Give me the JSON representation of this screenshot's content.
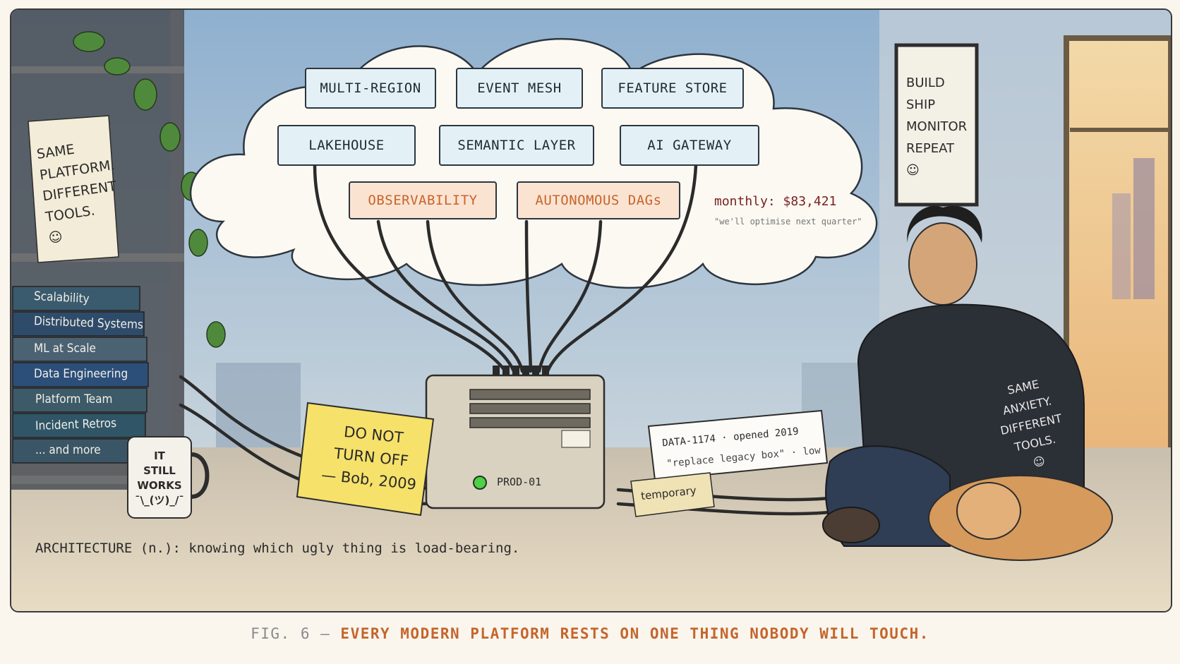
{
  "cloud": {
    "services_row1": [
      "MULTI-REGION",
      "EVENT MESH",
      "FEATURE STORE"
    ],
    "services_row2": [
      "LAKEHOUSE",
      "SEMANTIC LAYER",
      "AI GATEWAY"
    ],
    "services_row3": [
      "OBSERVABILITY",
      "AUTONOMOUS DAGs"
    ],
    "cost_label": "monthly: $83,421",
    "cost_note": "\"we'll optimise next quarter\""
  },
  "shelf_note": {
    "text": "SAME\nPLATFORM.\nDIFFERENT\nTOOLS.\n☺"
  },
  "books": [
    "Scalability",
    "Distributed Systems",
    "ML at Scale",
    "Data Engineering",
    "Platform Team",
    "Incident Retros",
    "... and more"
  ],
  "mug": {
    "text": "IT\nSTILL\nWORKS\n¯\\_(ツ)_/¯"
  },
  "sticky": {
    "text": "DO NOT\nTURN OFF\n— Bob, 2009"
  },
  "server": {
    "label": "PROD-01"
  },
  "ticket": {
    "line1": "DATA-1174 · opened 2019",
    "line2": "\"replace legacy box\" · low"
  },
  "tape": {
    "text": "temporary"
  },
  "poster": {
    "text": "BUILD\nSHIP\nMONITOR\nREPEAT\n☺"
  },
  "hoodie": {
    "text": "SAME\nANXIETY.\nDIFFERENT\nTOOLS.\n☺"
  },
  "definition": "ARCHITECTURE (n.): knowing which ugly thing is load-bearing.",
  "caption": {
    "lead": "FIG. 6 —",
    "rest": "EVERY MODERN PLATFORM RESTS ON ONE THING NOBODY WILL TOUCH."
  },
  "colors": {
    "accent": "#c5652c",
    "box_blue": "#e3f1f6",
    "box_orange": "#fbe3d1",
    "sticky": "#f6e16a"
  }
}
